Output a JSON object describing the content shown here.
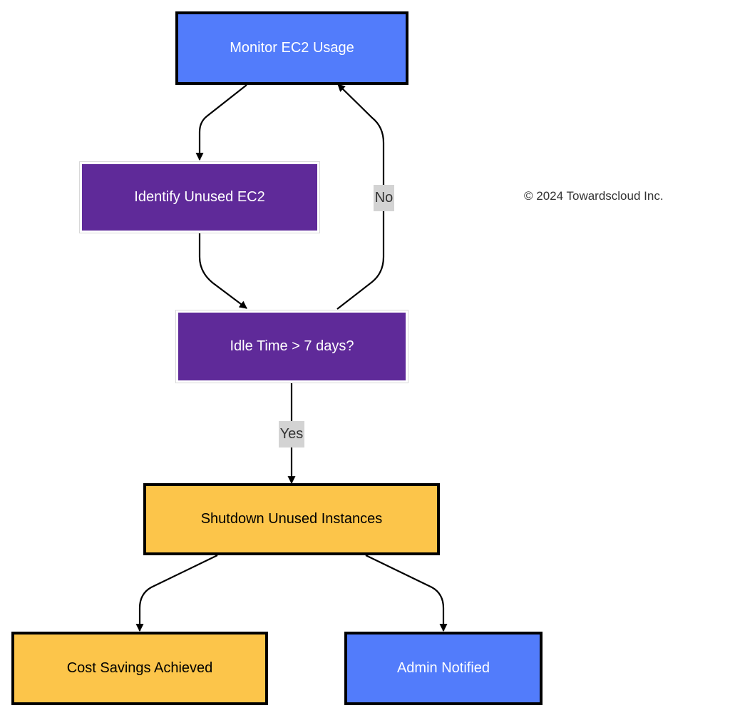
{
  "nodes": {
    "monitor": {
      "label": "Monitor EC2 Usage",
      "fill": "#527cfb"
    },
    "identify": {
      "label": "Identify Unused EC2",
      "fill": "#5f2a99"
    },
    "idle_check": {
      "label": "Idle Time > 7 days?",
      "fill": "#5f2a99"
    },
    "shutdown": {
      "label": "Shutdown Unused Instances",
      "fill": "#fcc54a"
    },
    "savings": {
      "label": "Cost Savings Achieved",
      "fill": "#fcc54a"
    },
    "notified": {
      "label": "Admin Notified",
      "fill": "#527cfb"
    }
  },
  "edges": {
    "no_label": "No",
    "yes_label": "Yes"
  },
  "copyright": "© 2024 Towardscloud Inc."
}
